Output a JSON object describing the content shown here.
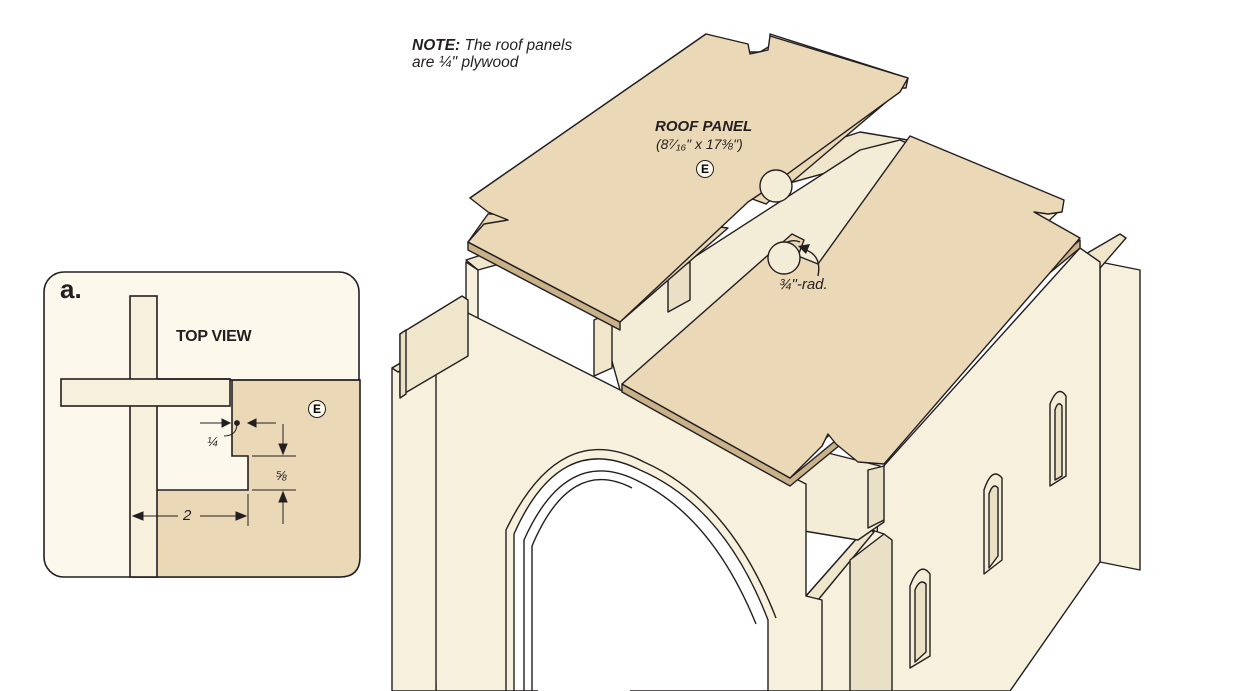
{
  "note": {
    "lead": "NOTE:",
    "text_line1": "The roof panels",
    "text_line2": "are ¼\" plywood"
  },
  "roof_panel": {
    "title": "ROOF PANEL",
    "dimensions": "(8⁷⁄₁₆\" x 17⅜\")",
    "part_letter": "E"
  },
  "radius_callout": "¾\"-rad.",
  "inset": {
    "letter": "a.",
    "title": "TOP VIEW",
    "part_letter": "E",
    "dim_quarter": "¼",
    "dim_five_eighths": "⅝",
    "dim_two": "2"
  },
  "colors": {
    "plywood": "#ead8b7",
    "wall": "#f6f0dc",
    "wall_shadow": "#e9e0c6",
    "inset_bg": "#fdf8ec",
    "outline": "#231f20"
  }
}
